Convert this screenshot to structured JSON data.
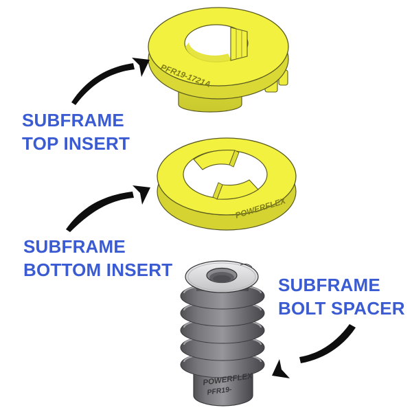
{
  "labels": {
    "top_insert": {
      "line1": "SUBFRAME",
      "line2": "TOP INSERT"
    },
    "bottom_insert": {
      "line1": "SUBFRAME",
      "line2": "BOTTOM INSERT"
    },
    "bolt_spacer": {
      "line1": "SUBFRAME",
      "line2": "BOLT SPACER"
    }
  },
  "parts": {
    "top_insert": {
      "engraving": "PFR19-1721A"
    },
    "bottom_insert": {
      "engraving": "POWERFLEX"
    },
    "bolt_spacer": {
      "engraving_line1": "POWERFLEX",
      "engraving_line2": "PFR19-"
    }
  },
  "colors": {
    "background": "#FFFFFF",
    "label_blue": "#3A5BD2",
    "insert_yellow": "#F2F13F",
    "insert_yellow_shade": "#D7D634",
    "engraving_olive": "#7E7D1A",
    "arrow_black": "#0E0E0E",
    "spacer_body": "#77777B",
    "spacer_top_face": "#DCDCDC",
    "spacer_engraving": "#37373A"
  }
}
